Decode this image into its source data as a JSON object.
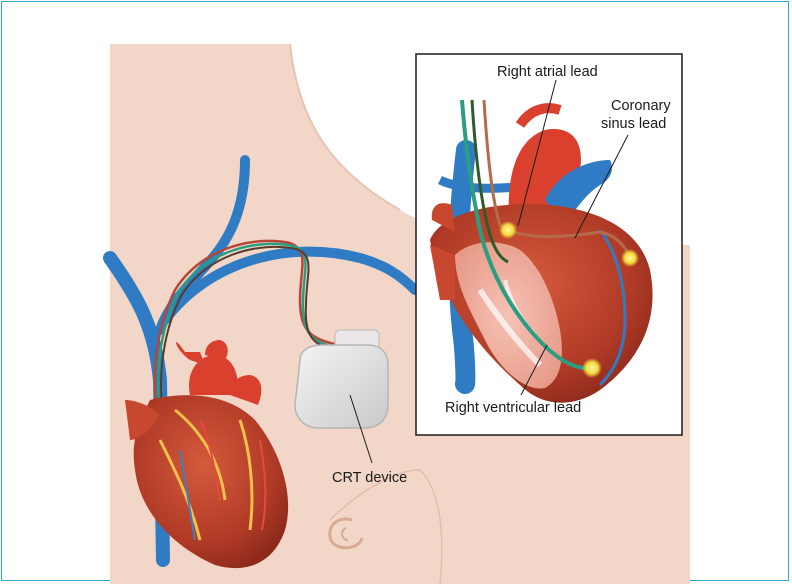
{
  "labels": {
    "right_atrial_lead": "Right atrial lead",
    "coronary_sinus_lead_line1": "Coronary",
    "coronary_sinus_lead_line2": "sinus lead",
    "right_ventricular_lead": "Right ventricular lead",
    "crt_device": "CRT device"
  },
  "colors": {
    "border": "#32a8cf",
    "skin": "#f2d7c9",
    "vein": "#2f7cc4",
    "heart_muscle": "#c8472f",
    "aorta": "#d9412e",
    "lead_green": "#2a9d82",
    "lead_red": "#b8453a",
    "device": "#e3e3e3"
  }
}
